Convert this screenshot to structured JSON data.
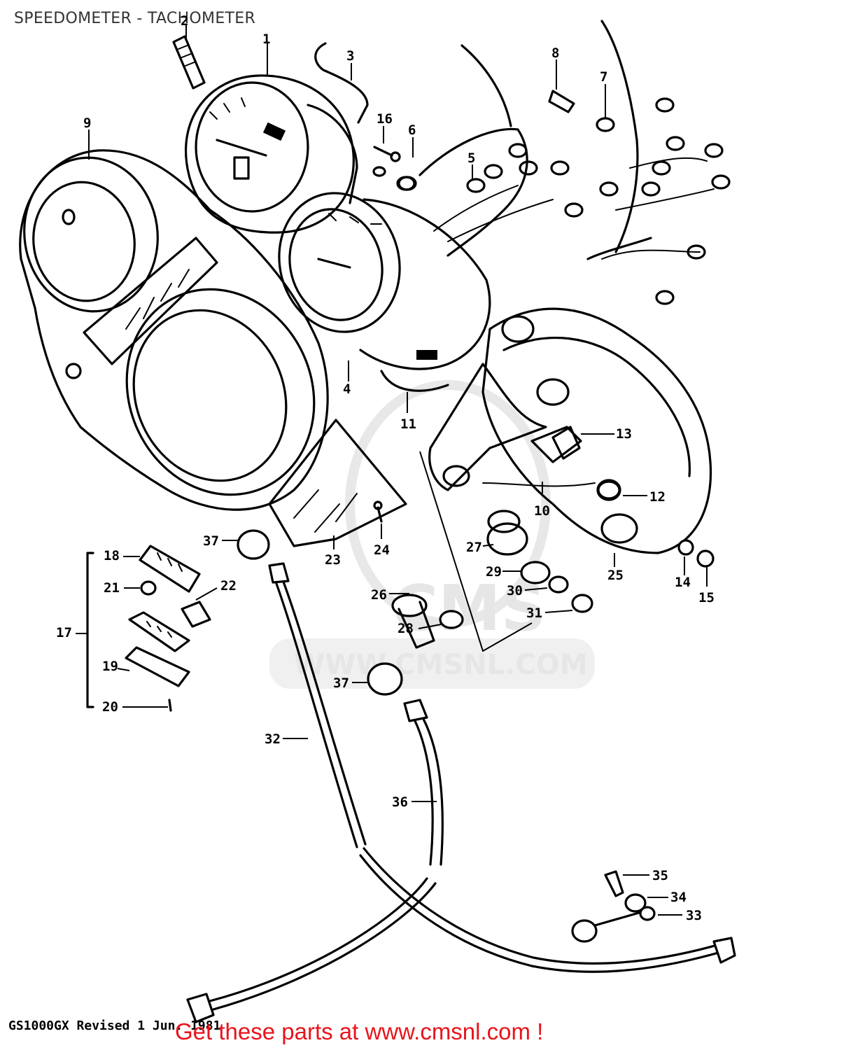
{
  "title": "SPEEDOMETER - TACHOMETER",
  "footer": {
    "model_text": "GS1000GX  Revised 1 Jun. 1981",
    "cta_text": "Get these parts at www.cmsnl.com !"
  },
  "watermark": {
    "text": "WWW.CMSNL.COM",
    "logo_text": "CMS"
  },
  "colors": {
    "cta": "#e8141b",
    "line": "#000000",
    "watermark": "#e6e6e6"
  },
  "callouts": [
    "1",
    "2",
    "3",
    "4",
    "5",
    "6",
    "7",
    "8",
    "9",
    "10",
    "11",
    "12",
    "13",
    "14",
    "15",
    "16",
    "17",
    "18",
    "19",
    "20",
    "21",
    "22",
    "23",
    "24",
    "25",
    "26",
    "27",
    "28",
    "29",
    "30",
    "31",
    "32",
    "33",
    "34",
    "35",
    "36",
    "37",
    "37"
  ]
}
